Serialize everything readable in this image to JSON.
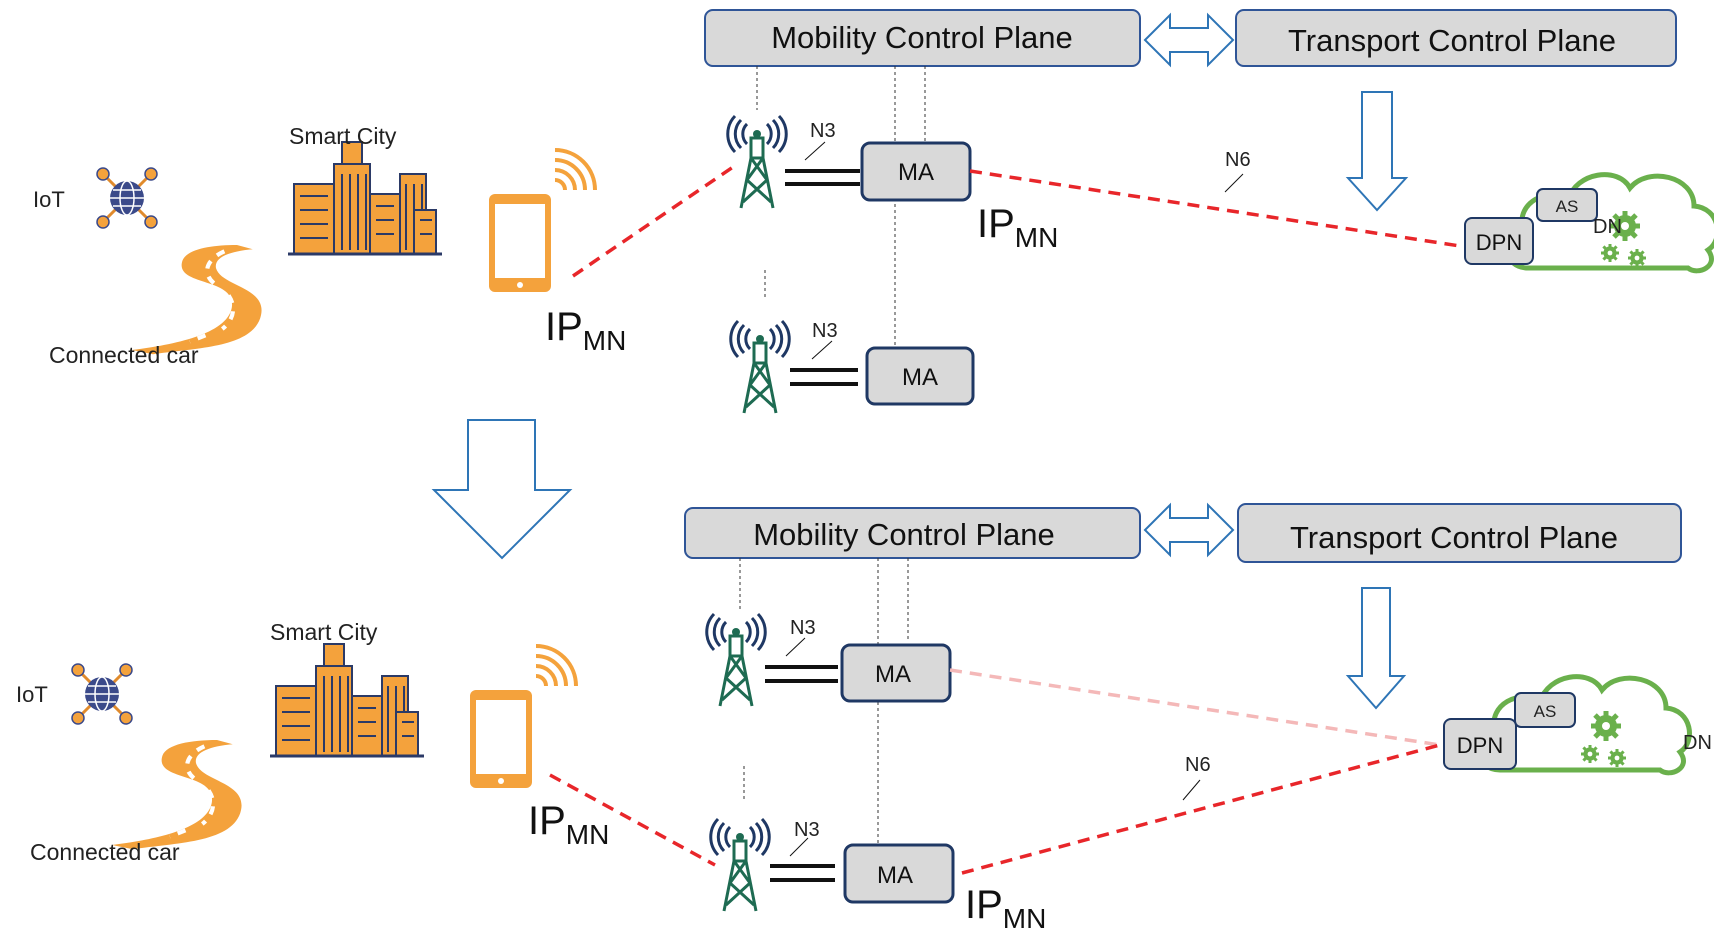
{
  "top": {
    "mobility_control_plane": "Mobility Control Plane",
    "transport_control_plane": "Transport Control Plane",
    "smart_city": "Smart City",
    "iot": "IoT",
    "connected_car": "Connected car",
    "ip_mn_device": "IP",
    "ip_mn_device_sub": "MN",
    "ip_mn_ma": "IP",
    "ip_mn_ma_sub": "MN",
    "ma_1": "MA",
    "ma_2": "MA",
    "n3_1": "N3",
    "n3_2": "N3",
    "n6": "N6",
    "dpn": "DPN",
    "as": "AS",
    "dn": "DN"
  },
  "bottom": {
    "mobility_control_plane": "Mobility Control Plane",
    "transport_control_plane": "Transport Control Plane",
    "smart_city": "Smart City",
    "iot": "IoT",
    "connected_car": "Connected car",
    "ip_mn_device": "IP",
    "ip_mn_device_sub": "MN",
    "ip_mn_ma": "IP",
    "ip_mn_ma_sub": "MN",
    "ma_1": "MA",
    "ma_2": "MA",
    "n3_1": "N3",
    "n3_2": "N3",
    "n6": "N6",
    "dpn": "DPN",
    "as": "AS",
    "dn": "DN"
  },
  "colors": {
    "box_fill": "#d9d9d9",
    "box_stroke": "#1f3864",
    "plane_stroke": "#2f5597",
    "arrow_stroke": "#2e75b6",
    "red_dash": "#e8262a",
    "faded_dash": "#f4b8b8",
    "tower": "#1e6b52",
    "tower_signal": "#1f3864",
    "orange": "#f4a23c",
    "cloud": "#6ab04c",
    "iot_hub": "#3b4a8a"
  }
}
